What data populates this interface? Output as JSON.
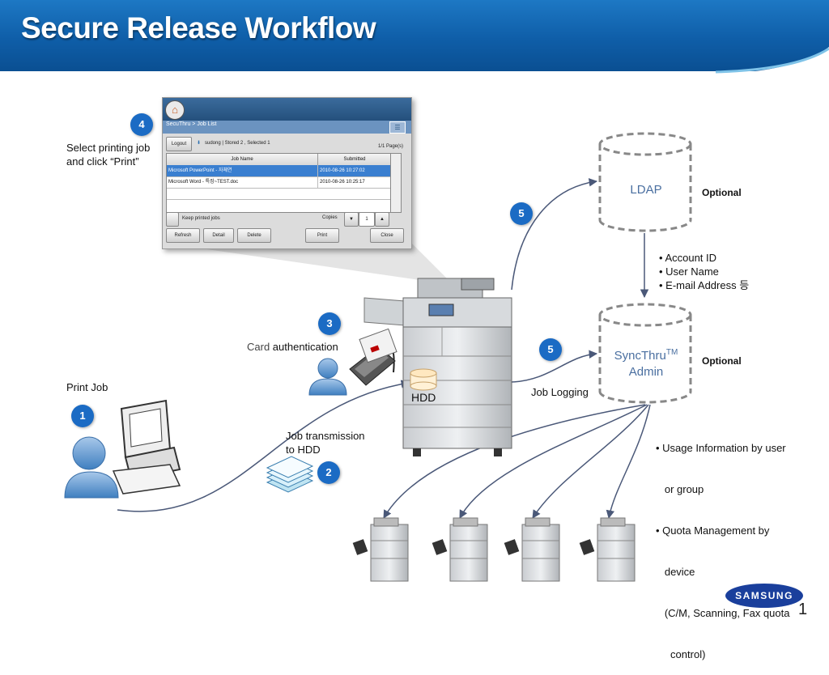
{
  "title": "Secure Release Workflow",
  "steps": {
    "s1": "1",
    "s2": "2",
    "s3": "3",
    "s4": "4",
    "s5_top": "5",
    "s5_bottom": "5"
  },
  "labels": {
    "select_job": "Select printing job\nand click “Print”",
    "card_word": "Card",
    "authentication": " authentication",
    "print_job": "Print Job",
    "job_transmission": "Job transmission\nto HDD",
    "hdd": "HDD",
    "job_logging": "Job Logging",
    "ldap": "LDAP",
    "syncthru": "SyncThru",
    "syncthru_tm": "TM",
    "admin": "Admin",
    "optional_ldap": "Optional",
    "optional_sync": "Optional"
  },
  "ldap_bullets": [
    "• Account ID",
    "• User Name",
    "• E-mail Address 등"
  ],
  "sync_bullets": [
    "• Usage Information by user",
    "   or group",
    "• Quota Management by",
    "   device",
    "   (C/M, Scanning, Fax quota",
    "     control)"
  ],
  "ui_screenshot": {
    "breadcrumb": "SecuThru  >  Job List",
    "logout": "Logout",
    "user_info": "sudong  |  Stored  2 ,  Selected  1",
    "page_info": "1/1 Page(s)",
    "columns": [
      "Job Name",
      "Submitted"
    ],
    "rows": [
      {
        "name": "Microsoft PowerPoint - 자체연",
        "submitted": "2010-08-26 10:27:02",
        "selected": true
      },
      {
        "name": "Microsoft Word - 특징~TEST.doc",
        "submitted": "2010-08-26 10:25:17",
        "selected": false
      }
    ],
    "keep_jobs": "Keep printed jobs",
    "copies_label": "Copies",
    "copies_value": "1",
    "buttons": [
      "Refresh",
      "Detail",
      "Delete",
      "Print",
      "Close"
    ]
  },
  "brand": "SAMSUNG",
  "page_number": "1",
  "colors": {
    "header_blue": "#0f5ea8",
    "step_blue": "#1b6bc4",
    "cylinder_gray": "#888888",
    "connector": "#4a5878",
    "selected_row": "#3a7fd0"
  }
}
